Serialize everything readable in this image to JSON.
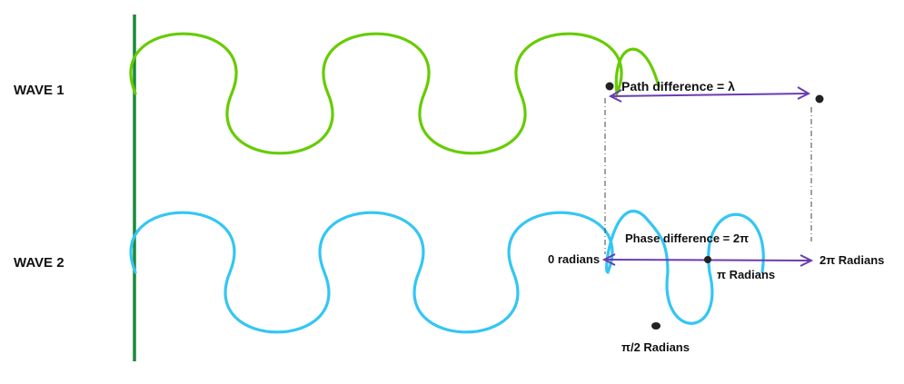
{
  "waves": [
    {
      "label": "WAVE 1",
      "color": "#66cc00"
    },
    {
      "label": "WAVE 2",
      "color": "#33c6f4"
    }
  ],
  "axis_color": "#1b8a3c",
  "arrow_color": "#6a3cb0",
  "annotations": {
    "path_difference": "Path difference = λ",
    "phase_difference": "Phase difference = 2π",
    "zero_radians": "0 radians",
    "pi_radians": "π Radians",
    "two_pi_radians": "2π Radians",
    "half_pi_radians": "π/2 Radians"
  }
}
